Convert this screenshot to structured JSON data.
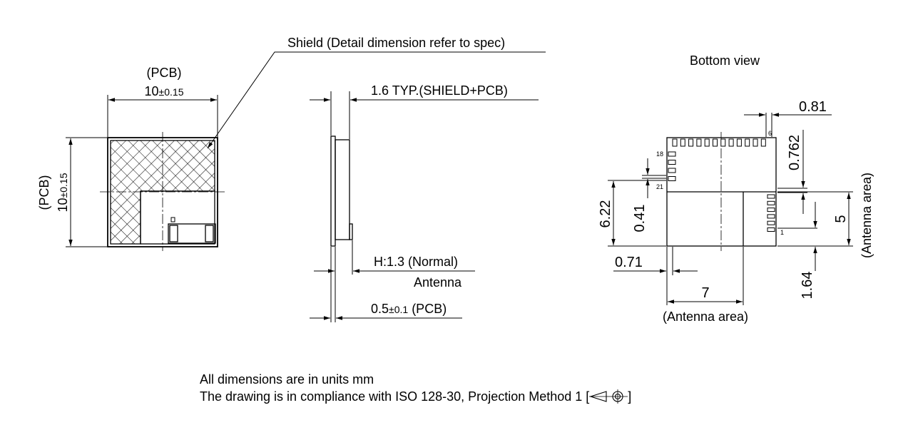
{
  "front_view": {
    "pcb_top": "(PCB)",
    "width_value": "10",
    "width_tol": "±0.15",
    "pcb_side": "(PCB)",
    "height_value": "10",
    "height_tol": "±0.15",
    "shield_callout": "Shield (Detail dimension refer to spec)"
  },
  "side_view": {
    "thickness_total": "1.6 TYP.(SHIELD+PCB)",
    "antenna_height": "H:1.3 (Normal)",
    "antenna_label": "Antenna",
    "pcb_thickness_value": "0.5",
    "pcb_thickness_tol": "±0.1",
    "pcb_thickness_suffix": " (PCB)"
  },
  "bottom_view": {
    "title": "Bottom view",
    "dim_081": "0.81",
    "dim_0762": "0.762",
    "dim_622": "6.22",
    "dim_041": "0.41",
    "dim_5": "5",
    "antenna_area_right": "(Antenna area)",
    "dim_071": "0.71",
    "dim_164": "1.64",
    "dim_7": "7",
    "antenna_area_bottom": "(Antenna area)",
    "pin_6": "6",
    "pin_18": "18",
    "pin_21": "21",
    "pin_1": "1"
  },
  "notes": {
    "line1": "All dimensions are in units mm",
    "line2_prefix": "The drawing is in compliance with ISO 128-30, Projection Method 1 [",
    "line2_suffix": "]"
  }
}
